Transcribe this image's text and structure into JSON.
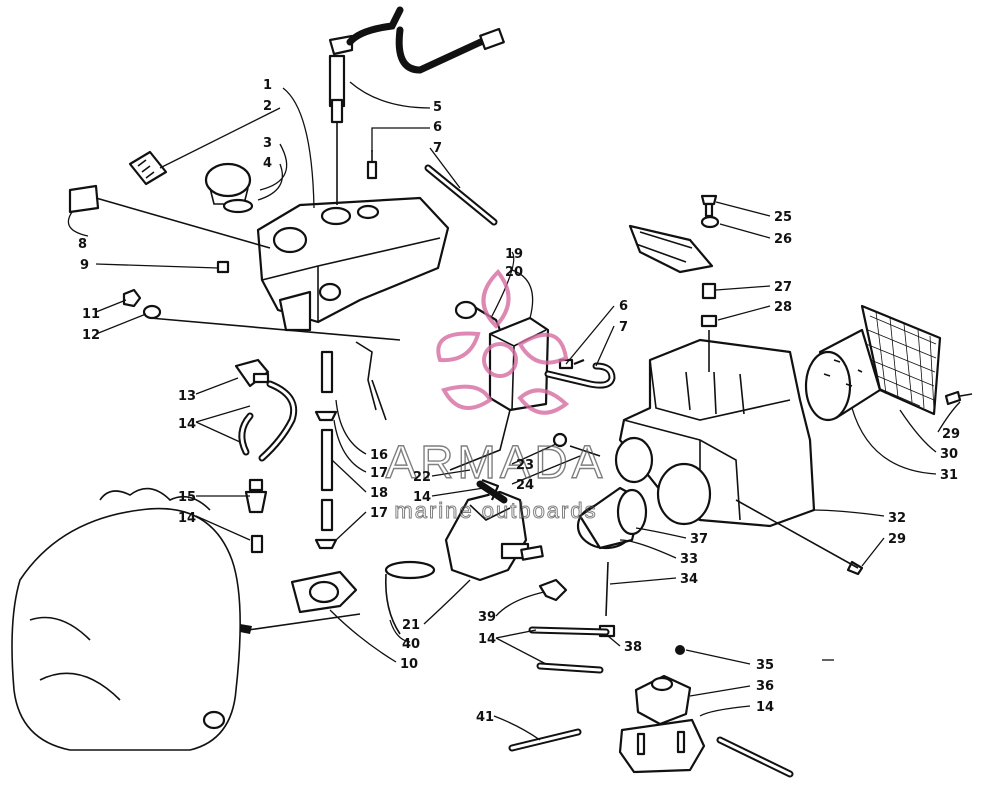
{
  "diagram": {
    "callouts": [
      {
        "label": "1"
      },
      {
        "label": "2"
      },
      {
        "label": "3"
      },
      {
        "label": "4"
      },
      {
        "label": "5"
      },
      {
        "label": "6"
      },
      {
        "label": "7"
      },
      {
        "label": "8"
      },
      {
        "label": "9"
      },
      {
        "label": "11"
      },
      {
        "label": "12"
      },
      {
        "label": "13"
      },
      {
        "label": "14"
      },
      {
        "label": "15"
      },
      {
        "label": "14"
      },
      {
        "label": "19"
      },
      {
        "label": "20"
      },
      {
        "label": "6"
      },
      {
        "label": "7"
      },
      {
        "label": "16"
      },
      {
        "label": "17"
      },
      {
        "label": "18"
      },
      {
        "label": "17"
      },
      {
        "label": "22"
      },
      {
        "label": "14"
      },
      {
        "label": "23"
      },
      {
        "label": "24"
      },
      {
        "label": "25"
      },
      {
        "label": "26"
      },
      {
        "label": "27"
      },
      {
        "label": "28"
      },
      {
        "label": "29"
      },
      {
        "label": "30"
      },
      {
        "label": "31"
      },
      {
        "label": "32"
      },
      {
        "label": "29"
      },
      {
        "label": "37"
      },
      {
        "label": "33"
      },
      {
        "label": "34"
      },
      {
        "label": "21"
      },
      {
        "label": "40"
      },
      {
        "label": "10"
      },
      {
        "label": "39"
      },
      {
        "label": "14"
      },
      {
        "label": "38"
      },
      {
        "label": "35"
      },
      {
        "label": "36"
      },
      {
        "label": "14"
      },
      {
        "label": "41"
      }
    ]
  },
  "watermark": {
    "title": "ARMADA",
    "subtitle": "marine outboards",
    "color": "#d66ba0"
  }
}
